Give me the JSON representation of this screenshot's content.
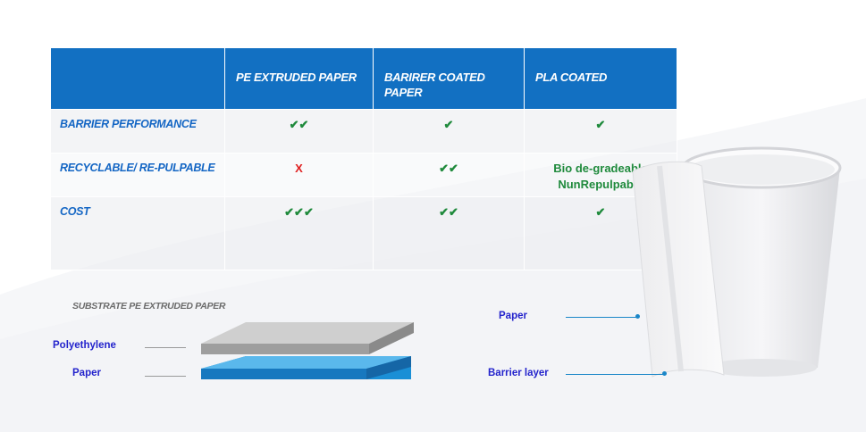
{
  "table": {
    "headers": [
      "",
      "PE EXTRUDED PAPER",
      "BARIRER COATED PAPER",
      "PLA COATED"
    ],
    "rows": [
      {
        "label": "BARRIER PERFORMANCE",
        "pe": "✔✔",
        "barrier": "✔",
        "pla": "✔"
      },
      {
        "label": "RECYCLABLE/ RE-PULPABLE",
        "pe": "X",
        "barrier": "✔✔",
        "pla": "Bio de-gradeable NunRepulpable"
      },
      {
        "label": "COST",
        "pe": "✔✔✔",
        "barrier": "✔✔",
        "pla": "✔"
      }
    ]
  },
  "substrate": {
    "title": "SUBSTRATE PE EXTRUDED PAPER",
    "polyethylene_label": "Polyethylene",
    "paper_label": "Paper"
  },
  "cup": {
    "paper_label": "Paper",
    "barrier_label": "Barrier layer"
  },
  "colors": {
    "header_blue": "#1270c2",
    "label_blue": "#1466c4",
    "tick_green": "#1f8a3c",
    "cross_red": "#e02020",
    "annotation_blue": "#2323cc"
  }
}
